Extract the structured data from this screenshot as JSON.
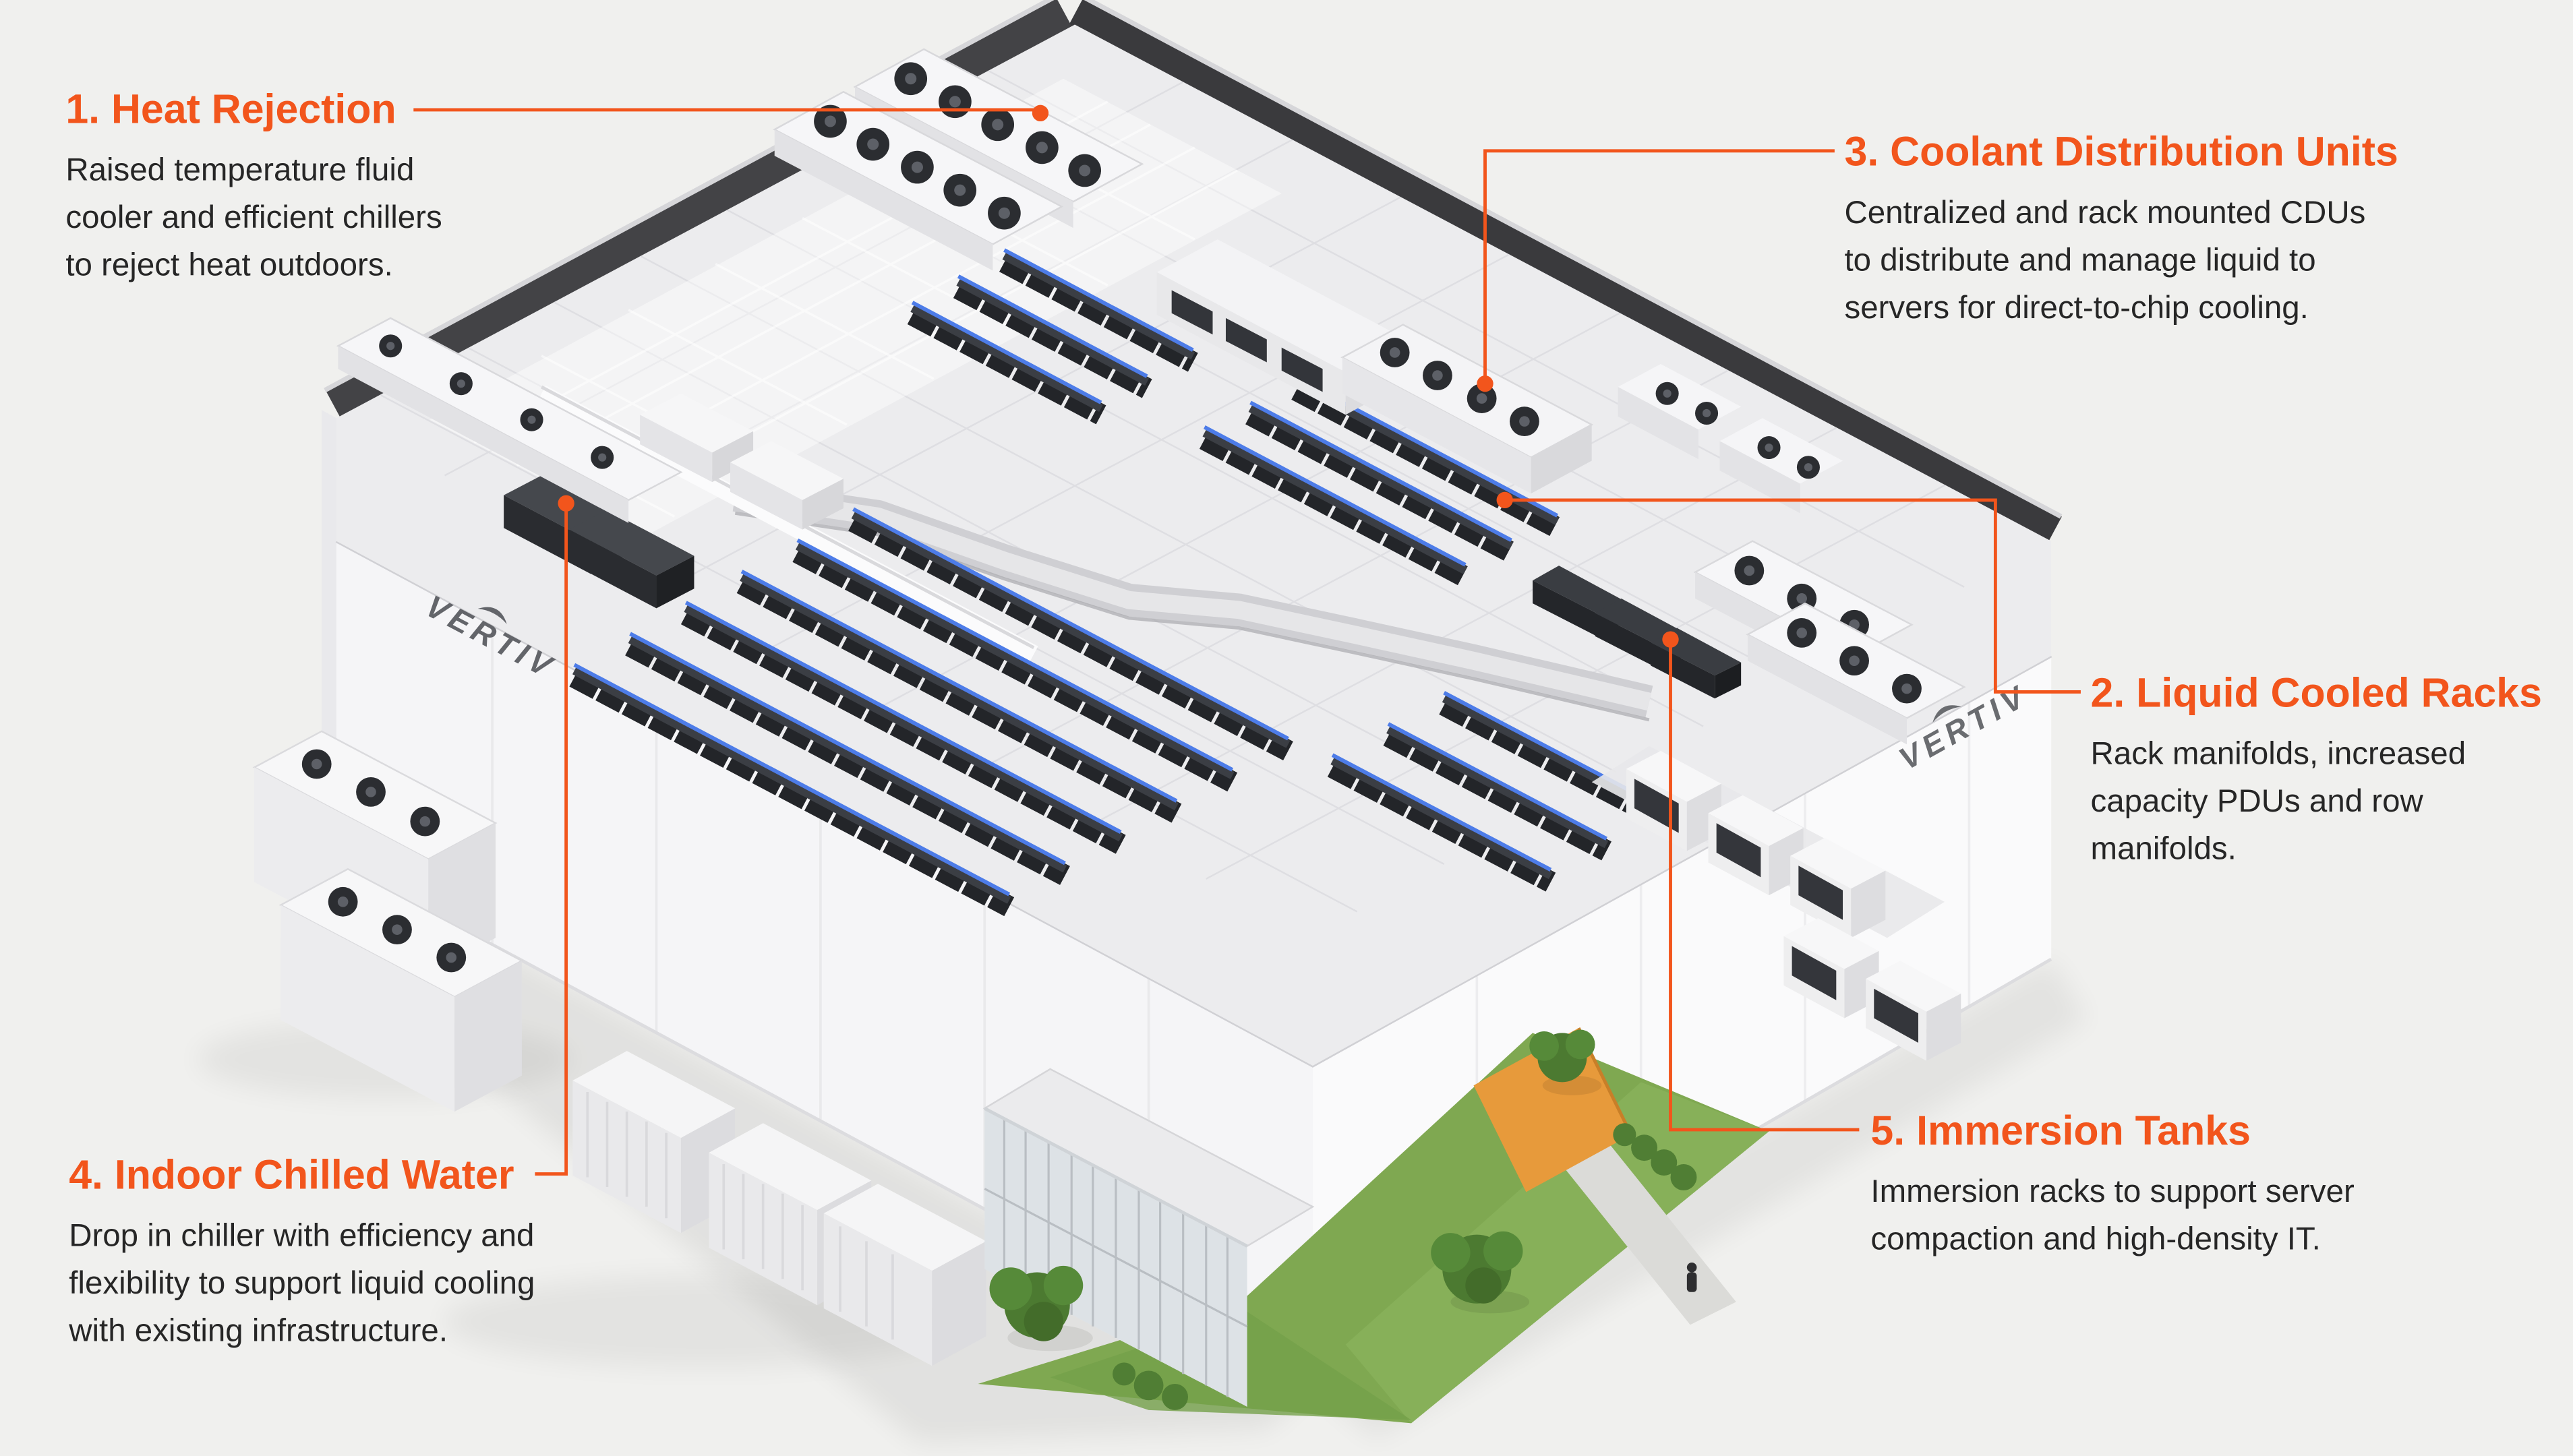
{
  "illustration": {
    "colors": {
      "accent": "#F2551C",
      "roof_band": "#3a3a3d",
      "rack_led_blue": "#4d7ce8",
      "lawn_green": "#7fa851",
      "canopy_orange": "#e79a3b"
    }
  },
  "wall_logo": "VERTIV",
  "callouts": [
    {
      "title": "1. Heat Rejection",
      "body": "Raised temperature fluid\ncooler and efficient chillers\nto reject heat outdoors."
    },
    {
      "title": "2. Liquid Cooled Racks",
      "body": "Rack manifolds, increased\ncapacity PDUs and row\nmanifolds."
    },
    {
      "title": "3. Coolant Distribution Units",
      "body": "Centralized and rack mounted CDUs\nto distribute and manage liquid to\nservers for direct-to-chip cooling."
    },
    {
      "title": "4. Indoor Chilled Water",
      "body": "Drop in chiller with efficiency and\nflexibility to support liquid cooling\nwith existing infrastructure."
    },
    {
      "title": "5. Immersion Tanks",
      "body": "Immersion racks to support server\ncompaction and high-density IT."
    }
  ]
}
